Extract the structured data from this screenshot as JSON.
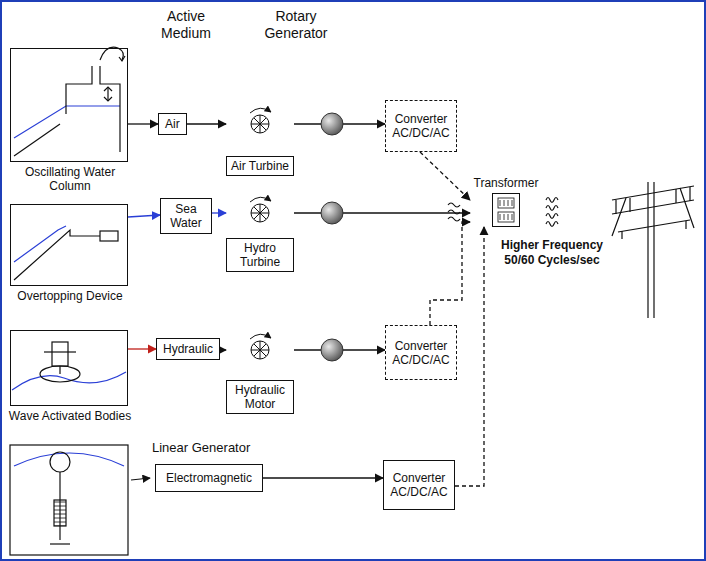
{
  "diagram": {
    "nodes": [
      {
        "text": [
          "Oscillating Water Column"
        ]
      },
      {
        "text": [
          "Air"
        ]
      },
      {
        "text": [
          "Air Turbine"
        ]
      },
      {
        "text": [
          "Converter AC/DC/AC"
        ]
      },
      {
        "text": [
          "Overtopping Device"
        ]
      },
      {
        "text": [
          "Sea Water"
        ]
      },
      {
        "text": [
          "Hydro Turbine"
        ]
      },
      {
        "text": [
          "Transformer"
        ]
      },
      {
        "text": [
          "Wave Activated Bodies"
        ]
      },
      {
        "text": [
          "Hydraulic"
        ]
      },
      {
        "text": [
          "Hydraulic Motor"
        ]
      },
      {
        "text": [
          "Converter AC/DC/AC"
        ]
      },
      {
        "text": [
          "Electromagnetic"
        ]
      },
      {
        "text": [
          "Converter AC/DC/AC"
        ]
      }
    ],
    "edges": [
      {
        "from": 0,
        "to": 1,
        "arrow": "to"
      },
      {
        "from": 1,
        "to": 2,
        "arrow": "to"
      },
      {
        "from": 2,
        "to": 3,
        "arrow": "to"
      },
      {
        "from": 3,
        "to": 7,
        "arrow": "to"
      },
      {
        "from": 4,
        "to": 5,
        "arrow": "to"
      },
      {
        "from": 5,
        "to": 6,
        "arrow": "to"
      },
      {
        "from": 6,
        "to": 7,
        "arrow": "to"
      },
      {
        "from": 8,
        "to": 9,
        "arrow": "to"
      },
      {
        "from": 9,
        "to": 10,
        "arrow": "to"
      },
      {
        "from": 10,
        "to": 11,
        "arrow": "to"
      },
      {
        "from": 11,
        "to": 7,
        "arrow": "to"
      },
      {
        "from": 12,
        "to": 13,
        "arrow": "to"
      },
      {
        "from": 13,
        "to": 7,
        "arrow": "to"
      }
    ],
    "labels": [
      "Active Medium",
      "Rotary Generator",
      "Linear Generator",
      "Higher Frequency 50/60 Cycles/sec"
    ]
  }
}
